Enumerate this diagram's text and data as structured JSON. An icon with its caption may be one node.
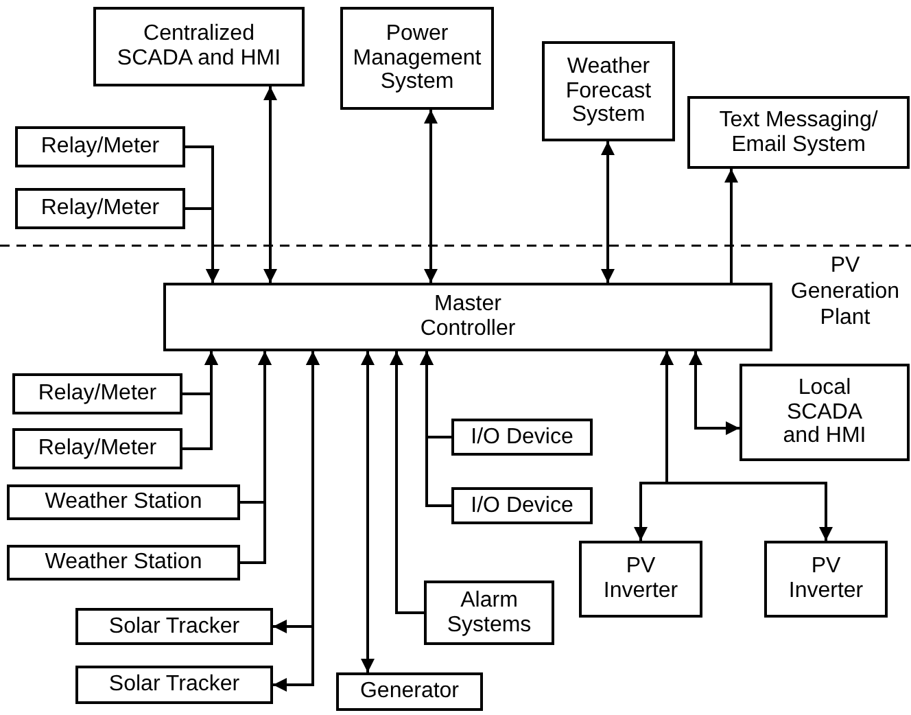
{
  "diagram": {
    "nodes": [
      {
        "text": [
          "Centralized SCADA and HMI"
        ]
      },
      {
        "text": [
          "Power Management System"
        ]
      },
      {
        "text": [
          "Weather Forecast System"
        ]
      },
      {
        "text": [
          "Text Messaging/ Email System"
        ]
      },
      {
        "text": [
          "Relay/Meter"
        ]
      },
      {
        "text": [
          "Relay/Meter"
        ]
      },
      {
        "text": [
          "Master Controller"
        ]
      },
      {
        "text": [
          "Local SCADA and HMI"
        ]
      },
      {
        "text": [
          "Relay/Meter"
        ]
      },
      {
        "text": [
          "Relay/Meter"
        ]
      },
      {
        "text": [
          "I/O Device"
        ]
      },
      {
        "text": [
          "I/O Device"
        ]
      },
      {
        "text": [
          "Weather Station"
        ]
      },
      {
        "text": [
          "Weather Station"
        ]
      },
      {
        "text": [
          "PV Inverter"
        ]
      },
      {
        "text": [
          "PV Inverter"
        ]
      },
      {
        "text": [
          "Alarm Systems"
        ]
      },
      {
        "text": [
          "Solar Tracker"
        ]
      },
      {
        "text": [
          "Solar Tracker"
        ]
      },
      {
        "text": [
          "Generator"
        ]
      }
    ],
    "edges": [
      {
        "from": 4,
        "to": 6,
        "arrow": "to"
      },
      {
        "from": 5,
        "to": 6,
        "arrow": "to"
      },
      {
        "from": 0,
        "to": 6,
        "arrow": "both"
      },
      {
        "from": 1,
        "to": 6,
        "arrow": "both"
      },
      {
        "from": 2,
        "to": 6,
        "arrow": "both"
      },
      {
        "from": 6,
        "to": 3,
        "arrow": "to"
      },
      {
        "from": 8,
        "to": 6,
        "arrow": "to"
      },
      {
        "from": 9,
        "to": 6,
        "arrow": "to"
      },
      {
        "from": 12,
        "to": 6,
        "arrow": "to"
      },
      {
        "from": 13,
        "to": 6,
        "arrow": "to"
      },
      {
        "from": 6,
        "to": 17,
        "arrow": "both"
      },
      {
        "from": 6,
        "to": 18,
        "arrow": "both"
      },
      {
        "from": 6,
        "to": 19,
        "arrow": "both"
      },
      {
        "from": 16,
        "to": 6,
        "arrow": "to"
      },
      {
        "from": 10,
        "to": 6,
        "arrow": "to"
      },
      {
        "from": 11,
        "to": 6,
        "arrow": "to"
      },
      {
        "from": 6,
        "to": 14,
        "arrow": "both"
      },
      {
        "from": 6,
        "to": 15,
        "arrow": "both"
      },
      {
        "from": 6,
        "to": 7,
        "arrow": "both"
      }
    ],
    "labels": [
      "PV Generation Plant"
    ]
  }
}
